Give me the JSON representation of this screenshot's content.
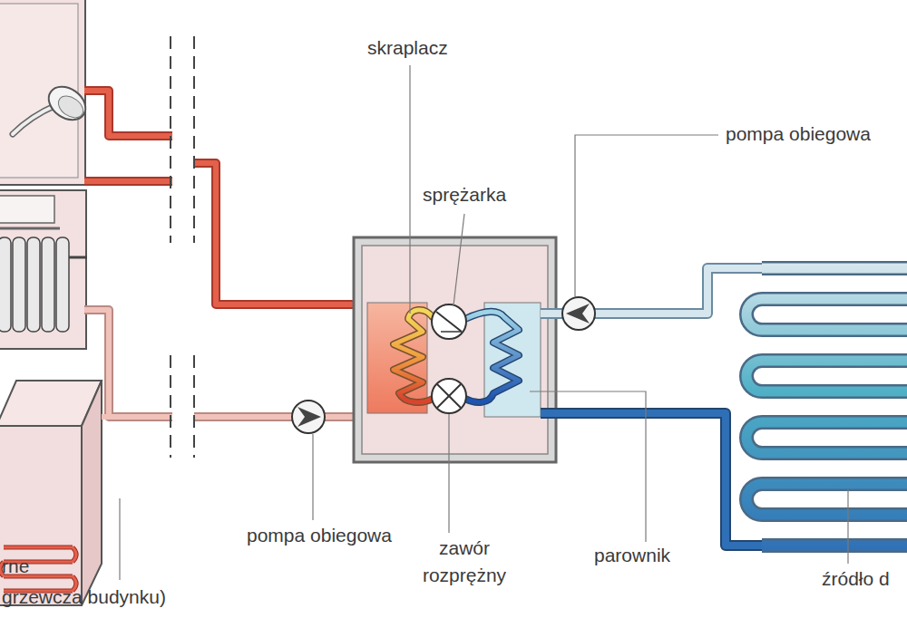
{
  "diagram": {
    "labels": [
      "skraplacz",
      "sprężarka",
      "pompa obiegowa",
      "pompa obiegowa",
      "zawór rozprężny",
      "parownik",
      "źródło d",
      "rne",
      "grzewcza budynku)"
    ]
  }
}
